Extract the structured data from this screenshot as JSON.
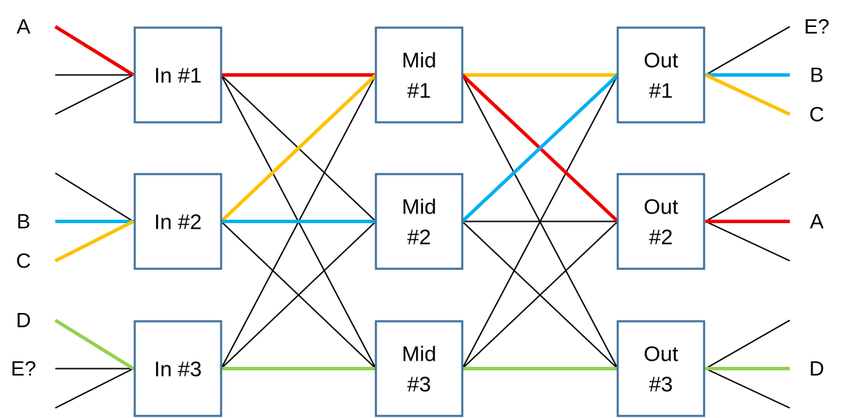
{
  "colors": {
    "red": "#ee0000",
    "blue": "#00b0f0",
    "yellow": "#ffc000",
    "green": "#92d050",
    "black": "#000000",
    "box_border": "#41719c"
  },
  "stages": {
    "in": [
      {
        "id": "in1",
        "lines": [
          "In #1"
        ]
      },
      {
        "id": "in2",
        "lines": [
          "In #2"
        ]
      },
      {
        "id": "in3",
        "lines": [
          "In #3"
        ]
      }
    ],
    "mid": [
      {
        "id": "mid1",
        "lines": [
          "Mid",
          "#1"
        ]
      },
      {
        "id": "mid2",
        "lines": [
          "Mid",
          "#2"
        ]
      },
      {
        "id": "mid3",
        "lines": [
          "Mid",
          "#3"
        ]
      }
    ],
    "out": [
      {
        "id": "out1",
        "lines": [
          "Out",
          "#1"
        ]
      },
      {
        "id": "out2",
        "lines": [
          "Out",
          "#2"
        ]
      },
      {
        "id": "out3",
        "lines": [
          "Out",
          "#3"
        ]
      }
    ]
  },
  "input_labels": [
    "A",
    "B",
    "C",
    "D",
    "E?"
  ],
  "output_labels": [
    "E?",
    "B",
    "C",
    "A",
    "D"
  ],
  "input_ports": [
    {
      "node": "in1",
      "port": 0,
      "label_index": 0,
      "color": "red"
    },
    {
      "node": "in1",
      "port": 1,
      "label_index": null,
      "color": "black"
    },
    {
      "node": "in1",
      "port": 2,
      "label_index": null,
      "color": "black"
    },
    {
      "node": "in2",
      "port": 0,
      "label_index": null,
      "color": "black"
    },
    {
      "node": "in2",
      "port": 1,
      "label_index": 1,
      "color": "blue"
    },
    {
      "node": "in2",
      "port": 2,
      "label_index": 2,
      "color": "yellow"
    },
    {
      "node": "in3",
      "port": 0,
      "label_index": 3,
      "color": "green"
    },
    {
      "node": "in3",
      "port": 1,
      "label_index": 4,
      "color": "black"
    },
    {
      "node": "in3",
      "port": 2,
      "label_index": null,
      "color": "black"
    }
  ],
  "output_ports": [
    {
      "node": "out1",
      "port": 0,
      "label_index": 0,
      "color": "black"
    },
    {
      "node": "out1",
      "port": 1,
      "label_index": 1,
      "color": "blue"
    },
    {
      "node": "out1",
      "port": 2,
      "label_index": 2,
      "color": "yellow"
    },
    {
      "node": "out2",
      "port": 0,
      "label_index": null,
      "color": "black"
    },
    {
      "node": "out2",
      "port": 1,
      "label_index": 3,
      "color": "red"
    },
    {
      "node": "out2",
      "port": 2,
      "label_index": null,
      "color": "black"
    },
    {
      "node": "out3",
      "port": 0,
      "label_index": null,
      "color": "black"
    },
    {
      "node": "out3",
      "port": 1,
      "label_index": 4,
      "color": "green"
    },
    {
      "node": "out3",
      "port": 2,
      "label_index": null,
      "color": "black"
    }
  ],
  "links": [
    {
      "from": "in1",
      "to": "mid1",
      "color": "red"
    },
    {
      "from": "in1",
      "to": "mid2",
      "color": "black"
    },
    {
      "from": "in1",
      "to": "mid3",
      "color": "black"
    },
    {
      "from": "in2",
      "to": "mid1",
      "color": "yellow"
    },
    {
      "from": "in2",
      "to": "mid2",
      "color": "blue"
    },
    {
      "from": "in2",
      "to": "mid3",
      "color": "black"
    },
    {
      "from": "in3",
      "to": "mid1",
      "color": "black"
    },
    {
      "from": "in3",
      "to": "mid2",
      "color": "black"
    },
    {
      "from": "in3",
      "to": "mid3",
      "color": "green"
    },
    {
      "from": "mid1",
      "to": "out1",
      "color": "yellow"
    },
    {
      "from": "mid1",
      "to": "out2",
      "color": "red"
    },
    {
      "from": "mid1",
      "to": "out3",
      "color": "black"
    },
    {
      "from": "mid2",
      "to": "out1",
      "color": "blue"
    },
    {
      "from": "mid2",
      "to": "out2",
      "color": "black"
    },
    {
      "from": "mid2",
      "to": "out3",
      "color": "black"
    },
    {
      "from": "mid3",
      "to": "out1",
      "color": "black"
    },
    {
      "from": "mid3",
      "to": "out2",
      "color": "black"
    },
    {
      "from": "mid3",
      "to": "out3",
      "color": "green"
    }
  ]
}
